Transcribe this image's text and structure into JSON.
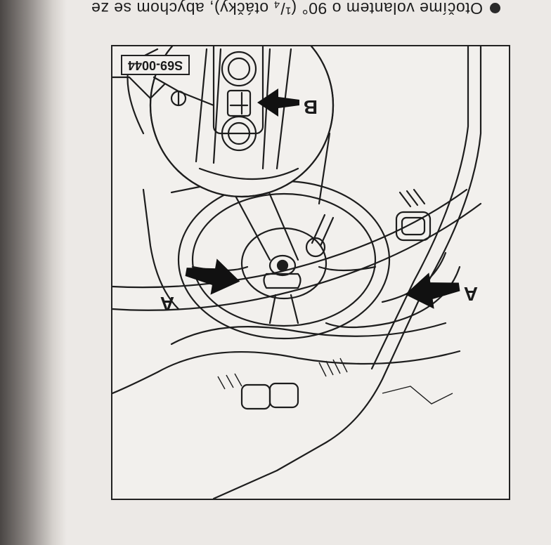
{
  "caption": {
    "text": "Otočíme volantem o 90° (¹/₄ otáčky), abychom se ze"
  },
  "figure": {
    "id_label": "S69-0044",
    "callouts": {
      "left_a": "A",
      "right_a": "A",
      "b": "B"
    }
  },
  "colors": {
    "paper": "#ece9e6",
    "ink": "#1d1d1d",
    "binding": "#4a4644"
  }
}
